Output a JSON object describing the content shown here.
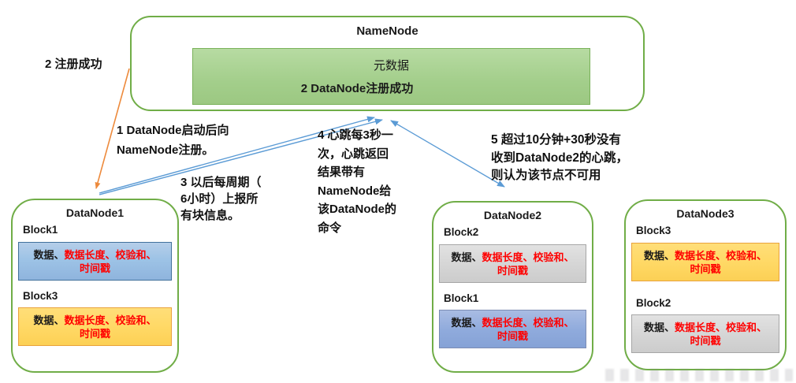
{
  "namenode": {
    "title": "NameNode",
    "metadata_label": "元数据",
    "register_result": "2 DataNode注册成功"
  },
  "annotations": {
    "register_success": "2 注册成功",
    "step1": "1 DataNode启动后向\nNameNode注册。",
    "step3": "3 以后每周期（\n6小时）上报所\n有块信息。",
    "step4": "4 心跳每3秒一\n次，心跳返回\n结果带有\nNameNode给\n该DataNode的\n命令",
    "step5": "5 超过10分钟+30秒没有\n收到DataNode2的心跳，\n则认为该节点不可用"
  },
  "block_content": {
    "data_label": "数据、",
    "red_line1": "数据长度、校验和、",
    "red_line2": "时间戳"
  },
  "datanodes": [
    {
      "title": "DataNode1",
      "blocks": [
        {
          "label": "Block1",
          "color": "#9DC3E6"
        },
        {
          "label": "Block3",
          "color": "#FFD966"
        }
      ]
    },
    {
      "title": "DataNode2",
      "blocks": [
        {
          "label": "Block2",
          "color": "#D6D6D6"
        },
        {
          "label": "Block1",
          "color": "#8FAADC"
        }
      ]
    },
    {
      "title": "DataNode3",
      "blocks": [
        {
          "label": "Block3",
          "color": "#FFD966"
        },
        {
          "label": "Block2",
          "color": "#D6D6D6"
        }
      ]
    }
  ],
  "colors": {
    "node_border_green": "#70AD47",
    "metadata_fill_green": "#A9D18E",
    "arrow_blue": "#5B9BD5",
    "arrow_orange": "#ED8A3C",
    "block_text_red": "#FF0000",
    "text_black": "#1A1A1A"
  }
}
